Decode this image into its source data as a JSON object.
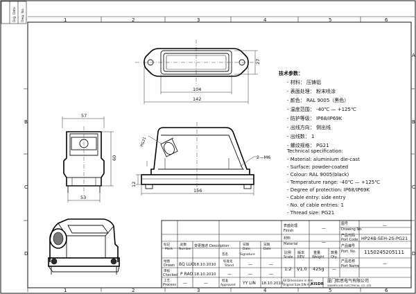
{
  "frame": {
    "col_numbers": [
      "1",
      "2",
      "3",
      "4",
      "5",
      "6"
    ],
    "row_letters": [
      "A",
      "B",
      "C",
      "D"
    ],
    "margin_box": {
      "top": "",
      "mid": "Drg. Date",
      "bottom": "Dwg. No."
    }
  },
  "dimensions": {
    "top_height": "27",
    "top_inner": "104",
    "top_outer": "142",
    "left_top": "57",
    "left_side": "60",
    "left_bottom": "53",
    "front_angle": "PG21",
    "front_screw": "2—M6",
    "front_height": "12",
    "front_width": "156"
  },
  "spec_cn": {
    "heading": "技术参数：",
    "lines": [
      "- 材料： 压铸铝",
      "- 表面处理： 粉末喷涂",
      "- 颜色： RAL 9005（黑色）",
      "- 温度范围： -40℃ — +125℃",
      "- 防护等级： IP68/IP69K",
      "- 出线方向： 侧出线",
      "- 出线数： 1",
      "- 螺纹规格： PG21"
    ]
  },
  "spec_en": {
    "heading": "Technical specification:",
    "lines": [
      "- Material: aluminium die-cast",
      "- Surface: powder-coated",
      "- Colour: RAL 9005(black)",
      "- Temperature range: -40℃ — +125℃",
      "- Degree of protection: IP68/IP69K",
      "- Cable entry: side entry",
      "- No. of cable entries: 1",
      "- Thread size: PG21"
    ]
  },
  "title_block": {
    "finish_label_cn": "表面处理",
    "finish_label_en": "Finish",
    "finish_value": "—",
    "material_label_cn": "材料",
    "material_label_en": "Material",
    "material_value": "—",
    "drawing_no_label_cn": "图号",
    "drawing_no_label_en": "Drawing No.",
    "drawing_no_value": "—",
    "port_code_label_cn": "产品代码",
    "port_code_label_en": "Port Code",
    "port_code_value": "HP24B-SEH-2S-PG21",
    "port_no_label_cn": "产品编号",
    "port_no_label_en": "Port. No.",
    "port_no_value": "1150245205111",
    "port_name_label_cn": "产品名称",
    "port_name_label_en": "Port Name",
    "port_name_value": "—",
    "scale_label_cn": "比例",
    "scale_label_en": "Scale",
    "scale_value": "1:2",
    "rev_label_cn": "版本",
    "rev_label_en": "REV.",
    "rev_value": "V1.0",
    "weight_label_cn": "重量",
    "weight_label_en": "Weight",
    "weight_value": "425g",
    "qty_label_cn": "数量",
    "qty_label_en": "Qty.",
    "qty_value": "—",
    "dims_note_1": "All Dimensions in mm",
    "dims_note_2": "Original Size DIN A 4",
    "company_logo": "XISDR",
    "company_cn": "厦门熙思电气有限公司",
    "company_en": "XIAMEN XISI ELECTRICAL CO.,LTD",
    "mark_label_cn": "标记",
    "mark_label_en": "Mark",
    "number_label_cn": "处数",
    "number_label_en": "Number",
    "change_label_cn": "变更描述",
    "change_label_en": "Description",
    "date_cn": "日期",
    "date_en": "Date",
    "sig_cn": "签名",
    "sig_en": "Signature",
    "std_cn": "标准化",
    "std_en": "Stand",
    "drawn_cn": "绘图",
    "drawn_en": "Drawn",
    "checked_cn": "审核",
    "checked_en": "Checked",
    "process_cn": "工艺",
    "process_en": "Process",
    "approved_cn": "批准",
    "approved_en": "Approved",
    "drawn_name": "BQ LUO",
    "drawn_date": "18.10.2010",
    "checked_name": "P RAO",
    "checked_date": "18.10.2010",
    "approved_name": "YY LIN",
    "approved_date": "18.10.2010",
    "dash": "—"
  }
}
